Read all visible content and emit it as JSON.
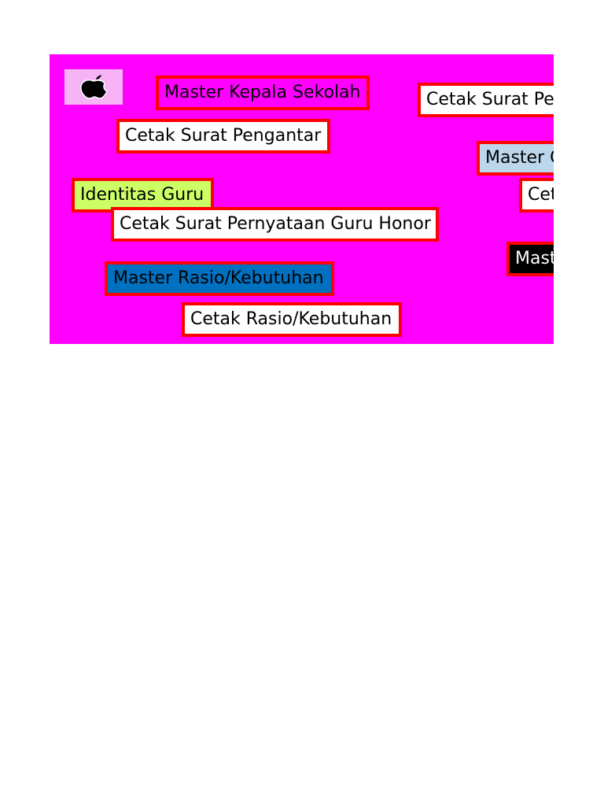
{
  "colors": {
    "panel_background": "#ff00ff",
    "button_border": "#ff0000",
    "logo_background": "#f6b3f6",
    "white": "#ffffff",
    "light_green": "#ccff66",
    "light_blue": "#bcd6ec",
    "blue": "#0070c0",
    "magenta": "#ff00ff",
    "black": "#000000"
  },
  "logo": {
    "icon": "apple-icon"
  },
  "buttons": {
    "master_kepala_sekolah": "Master Kepala Sekolah",
    "cetak_surat_pe_partial": "Cetak Surat Pe",
    "cetak_surat_pengantar": "Cetak Surat Pengantar",
    "master_g_partial": "Master G",
    "identitas_guru": "Identitas Guru",
    "cet_partial": "Cet",
    "cetak_surat_pernyataan_guru_honor": "Cetak Surat Pernyataan Guru Honor",
    "mast_partial": "Mast",
    "master_rasio_kebutuhan": "Master Rasio/Kebutuhan",
    "cetak_rasio_kebutuhan": "Cetak Rasio/Kebutuhan"
  }
}
